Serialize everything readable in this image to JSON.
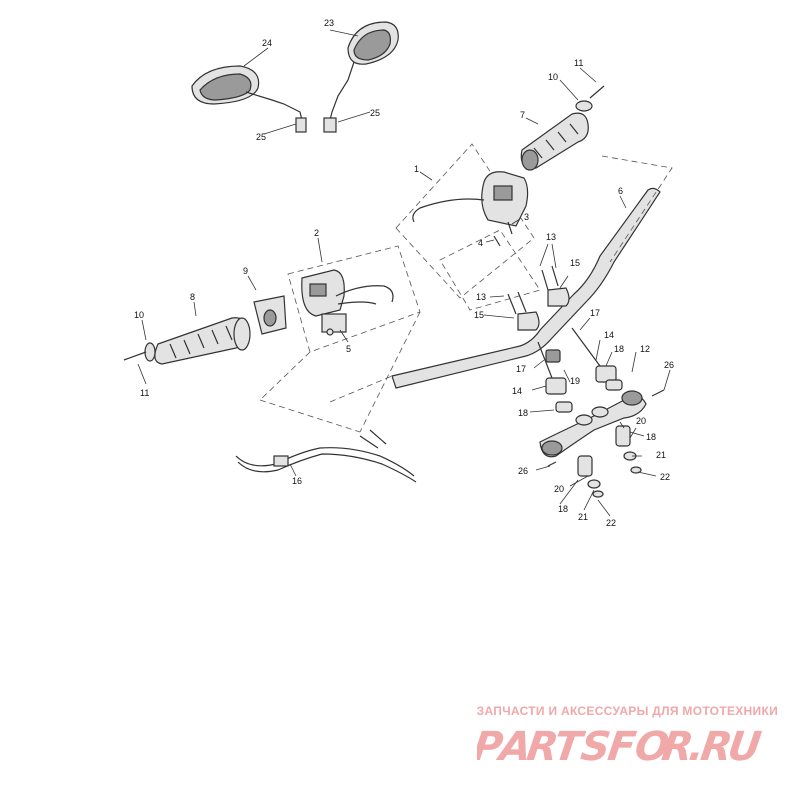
{
  "diagram": {
    "callouts": [
      "1",
      "2",
      "3",
      "4",
      "5",
      "6",
      "7",
      "8",
      "9",
      "10",
      "11",
      "12",
      "13",
      "14",
      "15",
      "16",
      "17",
      "18",
      "19",
      "20",
      "21",
      "22",
      "23",
      "24",
      "25",
      "26"
    ]
  },
  "watermark": {
    "tagline": "ЗАПЧАСТИ И АКСЕССУАРЫ ДЛЯ МОТОТЕХНИКИ",
    "logo_text": "PARTSFOR.RU",
    "color": "#f0a8a8"
  }
}
